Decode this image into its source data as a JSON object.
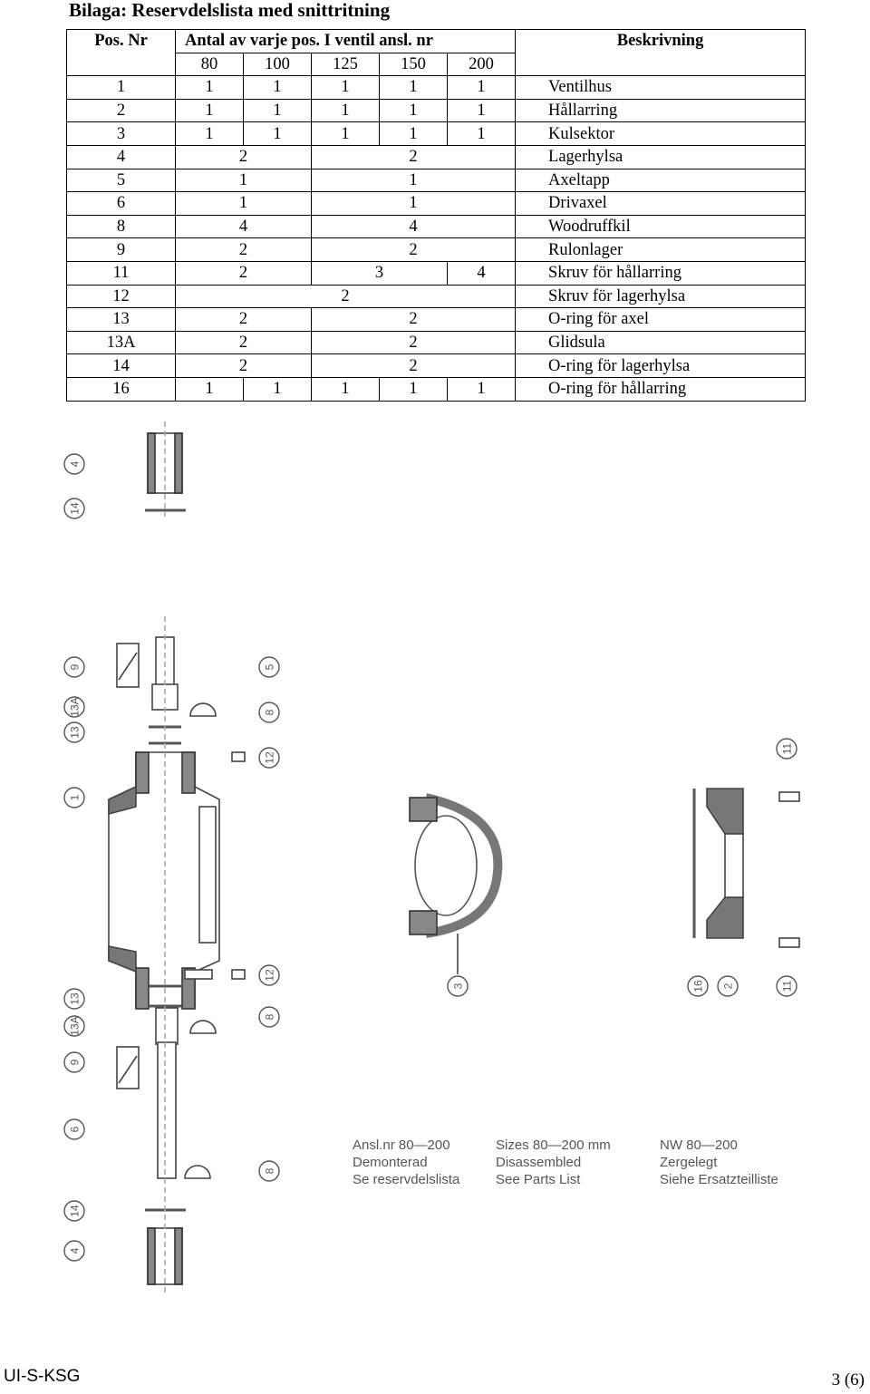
{
  "title": "Bilaga: Reservdelslista med snittritning",
  "table": {
    "header": {
      "pos": "Pos. Nr",
      "qty": "Antal av varje pos. I ventil ansl. nr",
      "desc": "Beskrivning",
      "sizes": [
        "80",
        "100",
        "125",
        "150",
        "200"
      ]
    },
    "rows": [
      {
        "pos": "1",
        "q": [
          "1",
          "1",
          "1",
          "1",
          "1"
        ],
        "desc": "Ventilhus"
      },
      {
        "pos": "2",
        "q": [
          "1",
          "1",
          "1",
          "1",
          "1"
        ],
        "desc": "Hållarring"
      },
      {
        "pos": "3",
        "q": [
          "1",
          "1",
          "1",
          "1",
          "1"
        ],
        "desc": "Kulsektor"
      },
      {
        "pos": "4",
        "q": [
          "2",
          "2"
        ],
        "desc": "Lagerhylsa"
      },
      {
        "pos": "5",
        "q": [
          "1",
          "1"
        ],
        "desc": "Axeltapp"
      },
      {
        "pos": "6",
        "q": [
          "1",
          "1"
        ],
        "desc": "Drivaxel"
      },
      {
        "pos": "8",
        "q": [
          "4",
          "4"
        ],
        "desc": "Woodruffkil"
      },
      {
        "pos": "9",
        "q": [
          "2",
          "2"
        ],
        "desc": "Rulonlager"
      },
      {
        "pos": "11",
        "q": [
          "2",
          "3",
          "4"
        ],
        "desc": "Skruv för hållarring"
      },
      {
        "pos": "12",
        "q": [
          "2"
        ],
        "desc": "Skruv för lagerhylsa"
      },
      {
        "pos": "13",
        "q": [
          "2",
          "2"
        ],
        "desc": "O-ring för axel"
      },
      {
        "pos": "13A",
        "q": [
          "2",
          "2"
        ],
        "desc": "Glidsula"
      },
      {
        "pos": "14",
        "q": [
          "2",
          "2"
        ],
        "desc": "O-ring för lagerhylsa"
      },
      {
        "pos": "16",
        "q": [
          "1",
          "1",
          "1",
          "1",
          "1"
        ],
        "desc": "O-ring för hållarring"
      }
    ]
  },
  "drawing": {
    "callouts_top": [
      "4",
      "14"
    ],
    "callouts_left": [
      "9",
      "13A",
      "13",
      "1",
      "13",
      "13A",
      "9",
      "6",
      "14",
      "4"
    ],
    "callouts_mid": [
      "5",
      "8",
      "12",
      "12",
      "8",
      "8"
    ],
    "callout_ball": "3",
    "callouts_right": [
      "11",
      "16",
      "2",
      "11"
    ],
    "legend": {
      "sv": [
        "Ansl.nr 80—200",
        "Demonterad",
        "Se reservdelslista"
      ],
      "en": [
        "Sizes 80—200 mm",
        "Disassembled",
        "See Parts List"
      ],
      "de": [
        "NW 80—200",
        "Zergelegt",
        "Siehe Ersatzteilliste"
      ]
    }
  },
  "footer": {
    "left": "UI-S-KSG",
    "right": "3 (6)"
  }
}
